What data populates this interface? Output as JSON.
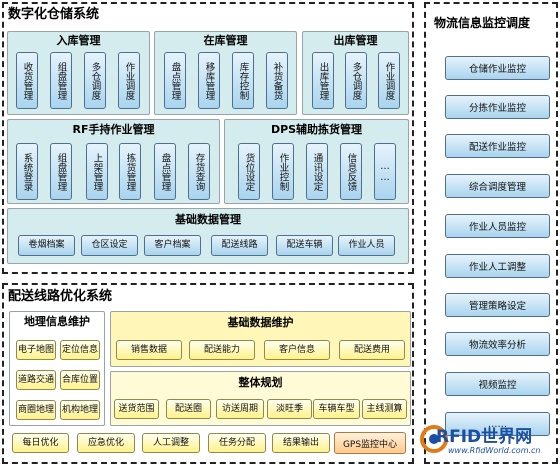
{
  "warehouse": {
    "title": "数字化仓储系统",
    "inbound": {
      "title": "入库管理",
      "items": [
        "收货管理",
        "组盘管理",
        "多仓调度",
        "作业调度"
      ]
    },
    "stock": {
      "title": "在库管理",
      "items": [
        "盘点管理",
        "移库管理",
        "库存控制",
        "补货备货"
      ]
    },
    "outbound": {
      "title": "出库管理",
      "items": [
        "出库管理",
        "多仓调度",
        "作业调度"
      ]
    },
    "rf": {
      "title": "RF手持作业管理",
      "items": [
        "系统登录",
        "组盘管理",
        "上架管理",
        "拣货管理",
        "盘点管理",
        "存货查询"
      ]
    },
    "dps": {
      "title": "DPS辅助拣货管理",
      "items": [
        "货位设定",
        "作业控制",
        "通讯设定",
        "信息反馈",
        "……"
      ]
    },
    "basic": {
      "title": "基础数据管理",
      "items": [
        "卷烟档案",
        "仓区设定",
        "客户档案",
        "配送线路",
        "配送车辆",
        "作业人员"
      ]
    }
  },
  "routing": {
    "title": "配送线路优化系统",
    "geo": {
      "title": "地理信息维护",
      "items": [
        "电子地图",
        "定位信息",
        "道路交通",
        "合库位置",
        "商圈地理",
        "机构地理"
      ]
    },
    "basic": {
      "title": "基础数据维护",
      "items": [
        "销售数据",
        "配送能力",
        "客户信息",
        "配送费用"
      ]
    },
    "plan": {
      "title": "整体规划",
      "items": [
        "送货范围",
        "配送圈",
        "访送周期",
        "淡旺季",
        "车辆车型",
        "主线测算"
      ]
    },
    "bottom": [
      "每日优化",
      "应急优化",
      "人工调整",
      "任务分配",
      "结果输出",
      "GPS监控中心"
    ]
  },
  "monitor": {
    "title": "物流信息监控调度",
    "items": [
      "仓储作业监控",
      "分拣作业监控",
      "配送作业监控",
      "综合调度管理",
      "作业人员监控",
      "作业人工调整",
      "管理策略设定",
      "物流效率分析",
      "视频监控",
      "……"
    ]
  },
  "watermark": {
    "brand": "RFID世界网",
    "url": "www.RfidWorld.com.cn"
  }
}
